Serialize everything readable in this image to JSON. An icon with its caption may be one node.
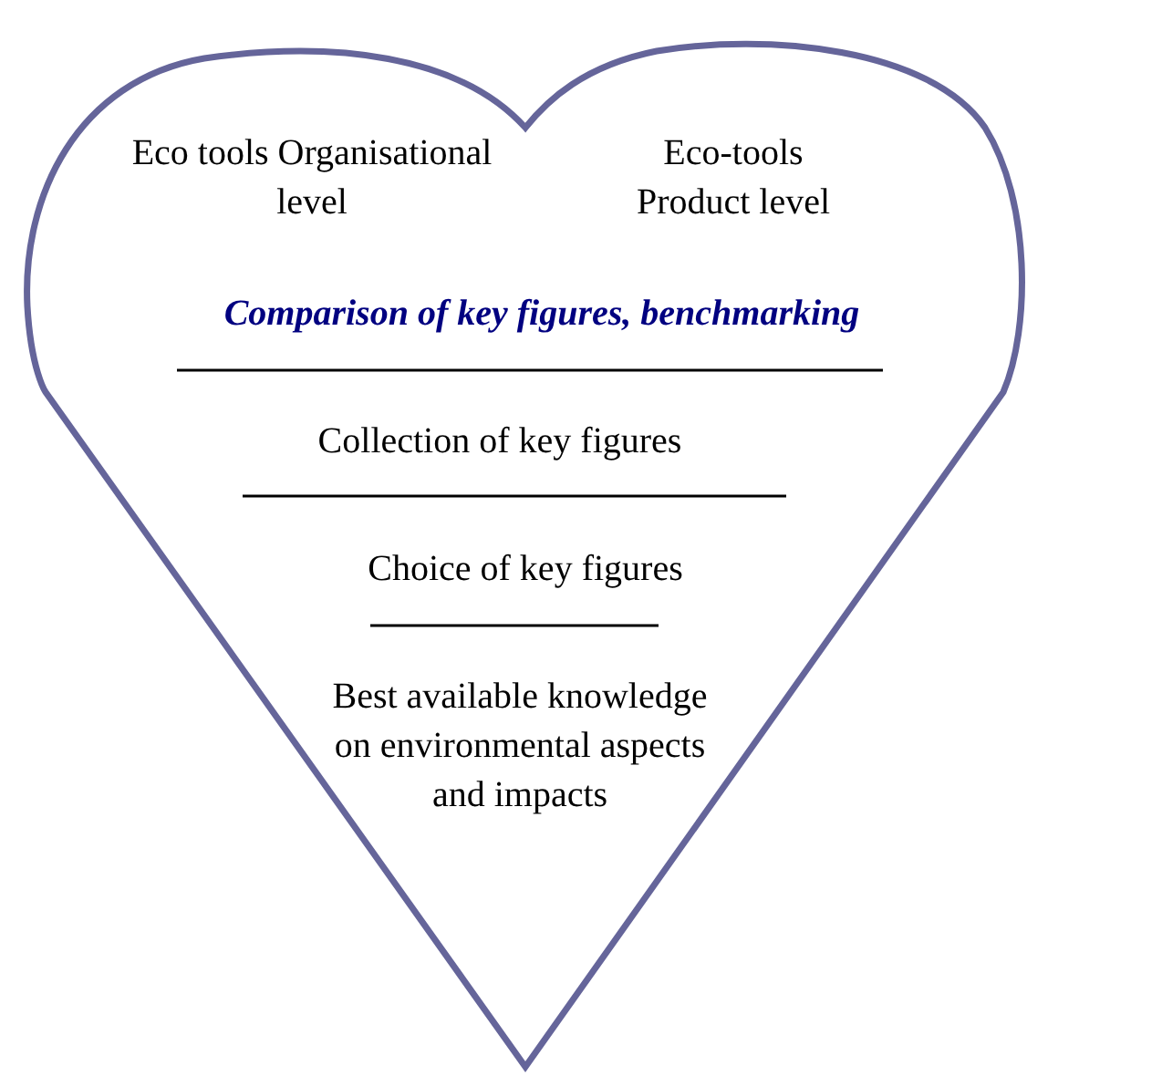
{
  "diagram": {
    "nodes": [
      {
        "text": [
          "Eco tools Organisational level",
          "Eco-tools Product level",
          "Comparison of key figures, benchmarking",
          "Collection of key figures",
          "Choice of key figures",
          "Best available knowledge on environmental aspects and impacts"
        ]
      }
    ]
  }
}
